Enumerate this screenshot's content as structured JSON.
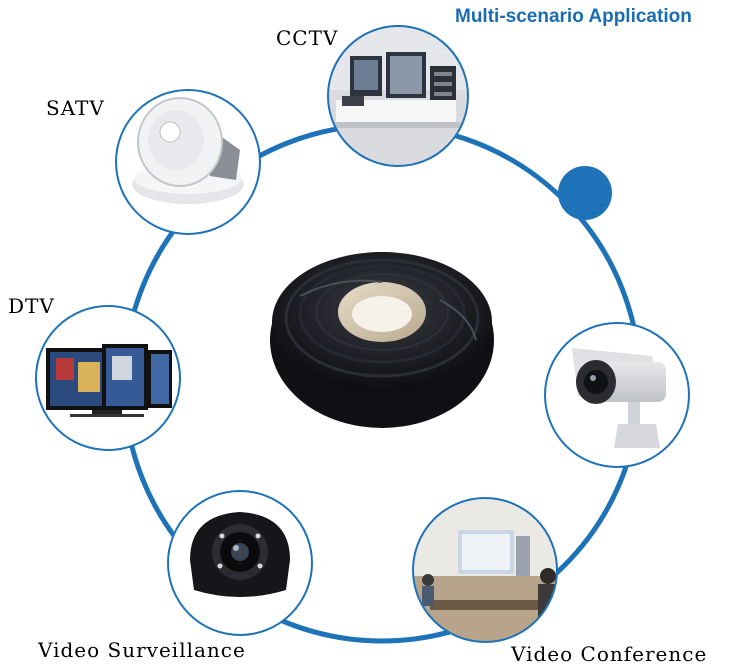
{
  "title": "Multi-scenario Application",
  "scenarios": {
    "cctv": "CCTV",
    "satv": "SATV",
    "dtv": "DTV",
    "surveillance": "Video Surveillance",
    "conference": "Video Conference"
  },
  "colors": {
    "accent": "#1a6db3",
    "ring": "#1e72b8",
    "cable": "#15171c"
  }
}
